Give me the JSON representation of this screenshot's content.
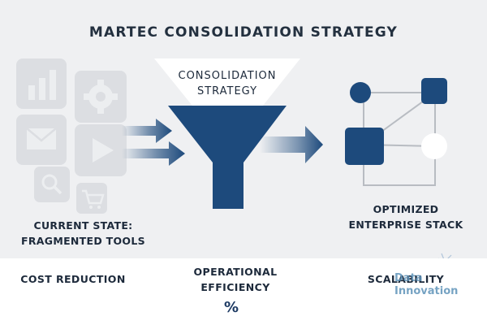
{
  "title": "MARTEC CONSOLIDATION STRATEGY",
  "funnel": {
    "line1": "CONSOLIDATION",
    "line2": "STRATEGY"
  },
  "left_caption": {
    "line1": "CURRENT STATE:",
    "line2": "FRAGMENTED TOOLS"
  },
  "right_caption": {
    "line1": "OPTIMIZED",
    "line2": "ENTERPRISE STACK"
  },
  "benefits": [
    {
      "line1": "COST REDUCTION",
      "line2": "",
      "icon": "trend-up-icon"
    },
    {
      "line1": "OPERATIONAL",
      "line2": "EFFICIENCY",
      "icon": "percent-icon",
      "symbol": "%"
    },
    {
      "line1": "SCALABILITY",
      "line2": "",
      "icon": "growth-curve-icon"
    }
  ],
  "watermark": {
    "line1": "Data",
    "line2": "Innovation"
  },
  "tool_icons": [
    "bar-chart-icon",
    "gear-icon",
    "envelope-icon",
    "play-icon",
    "magnifier-icon",
    "cart-icon"
  ],
  "colors": {
    "primary": "#1d4a7c",
    "text": "#1d2a3b",
    "faded_icon": "#dcdee2",
    "background": "#eff0f2"
  }
}
